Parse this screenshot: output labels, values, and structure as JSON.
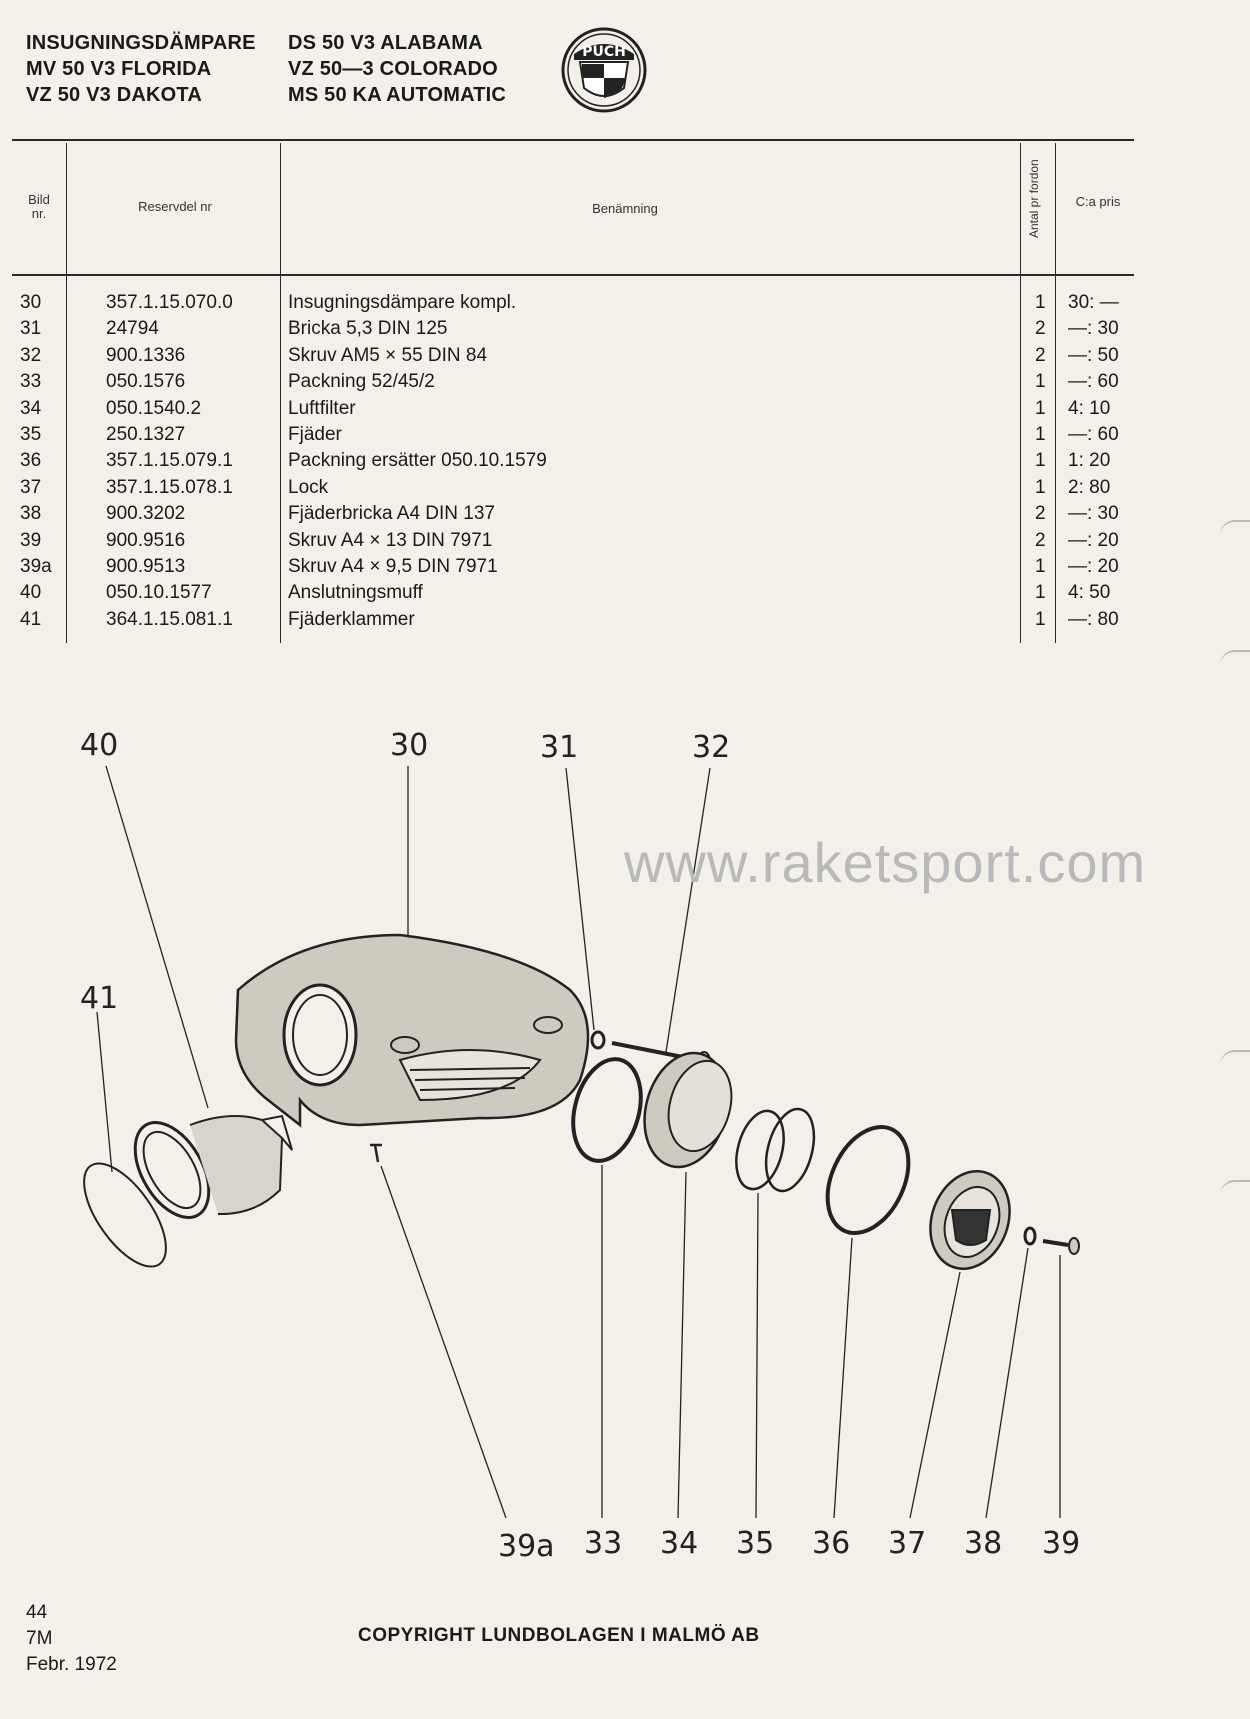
{
  "header": {
    "models_left": [
      "INSUGNINGSDÄMPARE",
      "MV 50 V3 FLORIDA",
      "VZ 50 V3 DAKOTA"
    ],
    "models_right": [
      "DS 50 V3 ALABAMA",
      "VZ 50—3 COLORADO",
      "MS 50 KA AUTOMATIC"
    ],
    "logo_text": "PUCH"
  },
  "table": {
    "headers": {
      "bild": "Bild nr.",
      "part": "Reservdel nr",
      "name": "Benämning",
      "qty": "Antal pr fordon",
      "price": "C:a pris"
    },
    "rows": [
      {
        "bild": "30",
        "part": "357.1.15.070.0",
        "name": "Insugningsdämpare kompl.",
        "qty": "1",
        "price": "30: —"
      },
      {
        "bild": "31",
        "part": "24794",
        "name": "Bricka 5,3 DIN 125",
        "qty": "2",
        "price": "—: 30"
      },
      {
        "bild": "32",
        "part": "900.1336",
        "name": "Skruv AM5 × 55 DIN 84",
        "qty": "2",
        "price": "—: 50"
      },
      {
        "bild": "33",
        "part": "050.1576",
        "name": "Packning 52/45/2",
        "qty": "1",
        "price": "—: 60"
      },
      {
        "bild": "34",
        "part": "050.1540.2",
        "name": "Luftfilter",
        "qty": "1",
        "price": "4: 10"
      },
      {
        "bild": "35",
        "part": "250.1327",
        "name": "Fjäder",
        "qty": "1",
        "price": "—: 60"
      },
      {
        "bild": "36",
        "part": "357.1.15.079.1",
        "name": "Packning ersätter 050.10.1579",
        "qty": "1",
        "price": "1: 20"
      },
      {
        "bild": "37",
        "part": "357.1.15.078.1",
        "name": "Lock",
        "qty": "1",
        "price": "2: 80"
      },
      {
        "bild": "38",
        "part": "900.3202",
        "name": "Fjäderbricka A4 DIN 137",
        "qty": "2",
        "price": "—: 30"
      },
      {
        "bild": "39",
        "part": "900.9516",
        "name": "Skruv A4 × 13 DIN 7971",
        "qty": "2",
        "price": "—: 20"
      },
      {
        "bild": "39a",
        "part": "900.9513",
        "name": "Skruv A4 × 9,5 DIN 7971",
        "qty": "1",
        "price": "—: 20"
      },
      {
        "bild": "40",
        "part": "050.10.1577",
        "name": "Anslutningsmuff",
        "qty": "1",
        "price": "4: 50"
      },
      {
        "bild": "41",
        "part": "364.1.15.081.1",
        "name": "Fjäderklammer",
        "qty": "1",
        "price": "—: 80"
      }
    ]
  },
  "drawing": {
    "callouts": [
      "40",
      "30",
      "31",
      "32",
      "41",
      "39a",
      "33",
      "34",
      "35",
      "36",
      "37",
      "38",
      "39"
    ]
  },
  "watermark": "www.raketsport.com",
  "footer": {
    "page": "44",
    "code": "7M",
    "date": "Febr. 1972",
    "copyright": "COPYRIGHT LUNDBOLAGEN I MALMÖ AB"
  }
}
